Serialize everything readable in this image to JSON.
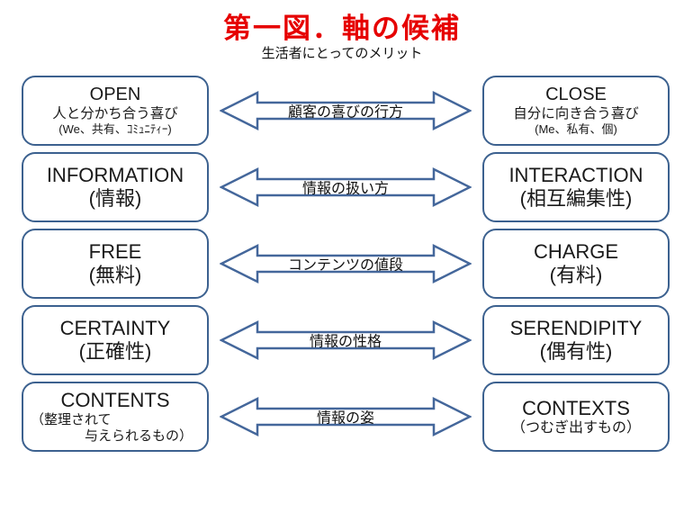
{
  "title": "第一図．軸の候補",
  "subtitle": "生活者にとってのメリット",
  "colors": {
    "title_red": "#e60000",
    "box_border": "#3c618f",
    "arrow_border": "#44679b"
  },
  "rows": [
    {
      "left": {
        "title": "OPEN",
        "subs": [
          "人と分かち合う喜び",
          "(We、共有、ｺﾐｭﾆﾃｨｰ)"
        ],
        "kind": "triple"
      },
      "arrow": "顧客の喜びの行方",
      "right": {
        "title": "CLOSE",
        "subs": [
          "自分に向き合う喜び",
          "(Me、私有、個)"
        ],
        "kind": "triple"
      }
    },
    {
      "left": {
        "title": "INFORMATION",
        "subs": [
          "(情報)"
        ],
        "kind": "big"
      },
      "arrow": "情報の扱い方",
      "right": {
        "title": "INTERACTION",
        "subs": [
          "(相互編集性)"
        ],
        "kind": "big"
      }
    },
    {
      "left": {
        "title": "FREE",
        "subs": [
          "(無料)"
        ],
        "kind": "big"
      },
      "arrow": "コンテンツの値段",
      "right": {
        "title": "CHARGE",
        "subs": [
          "(有料)"
        ],
        "kind": "big"
      }
    },
    {
      "left": {
        "title": "CERTAINTY",
        "subs": [
          "(正確性)"
        ],
        "kind": "big"
      },
      "arrow": "情報の性格",
      "right": {
        "title": "SERENDIPITY",
        "subs": [
          "(偶有性)"
        ],
        "kind": "big"
      }
    },
    {
      "left": {
        "title": "CONTENTS",
        "subs": [
          "（整理されて",
          "与えられるもの）"
        ],
        "kind": "staggered"
      },
      "arrow": "情報の姿",
      "right": {
        "title": "CONTEXTS",
        "subs": [
          "（つむぎ出すもの）"
        ],
        "kind": "small"
      }
    }
  ]
}
